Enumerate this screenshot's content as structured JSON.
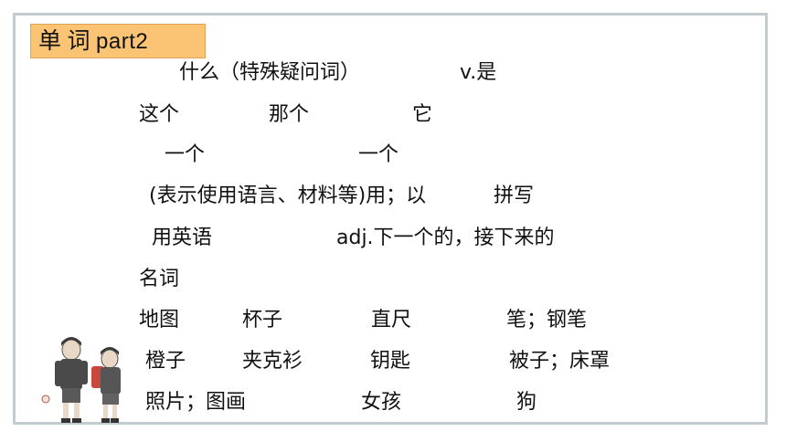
{
  "title": {
    "word1": "单",
    "word2": "词",
    "part": "part2"
  },
  "words": {
    "r1": [
      "什么（特殊疑问词）",
      "v.是"
    ],
    "r2": [
      "这个",
      "那个",
      "它"
    ],
    "r3": [
      "一个",
      "一个"
    ],
    "r4": [
      "(表示使用语言、材料等)用；以",
      "拼写"
    ],
    "r5": [
      "用英语",
      "adj.下一个的，接下来的"
    ],
    "r6": [
      "名词"
    ],
    "r7": [
      "地图",
      "杯子",
      "直尺",
      "笔；钢笔"
    ],
    "r8": [
      "橙子",
      "夹克衫",
      "钥匙",
      "被子；床罩"
    ],
    "r9": [
      "照片；图画",
      "女孩",
      "狗"
    ]
  },
  "colors": {
    "title_bg": "#fbc475",
    "frame": "#c2cbcd"
  }
}
